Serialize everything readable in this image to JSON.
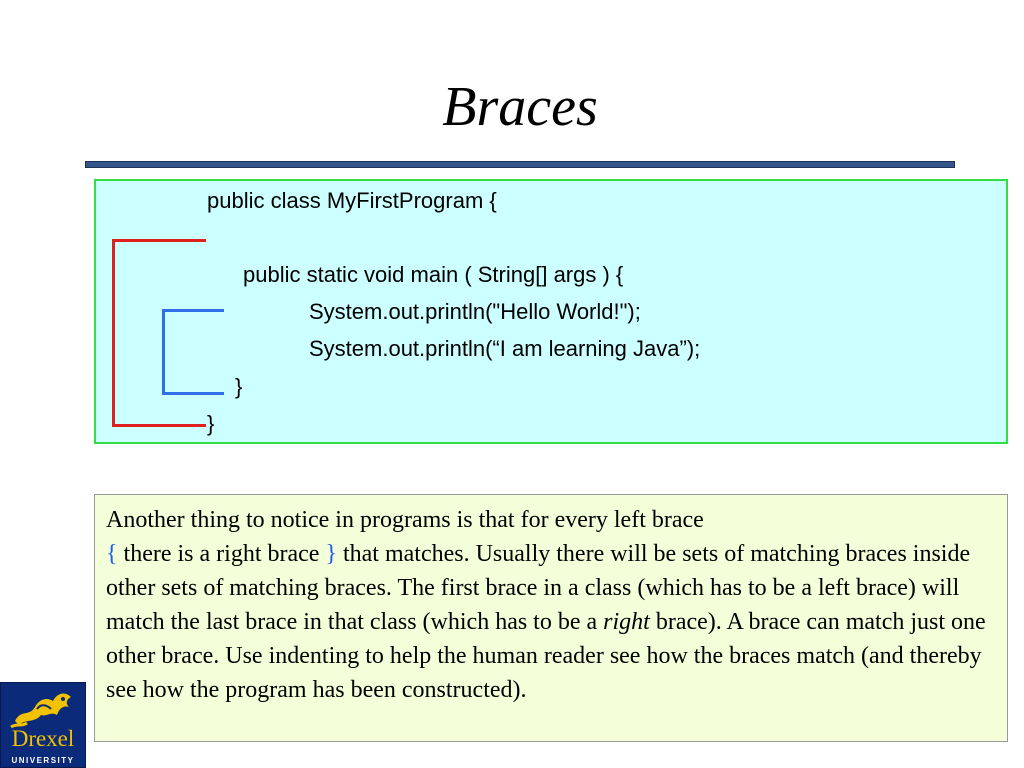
{
  "slide": {
    "title": "Braces"
  },
  "code": {
    "lines": [
      "public class MyFirstProgram {",
      "public static void main ( String[] args ) {",
      "System.out.println(\"Hello World!\");",
      "System.out.println(“I am learning Java”);",
      "}",
      "}"
    ],
    "colors": {
      "outer_bracket": "#e02020",
      "inner_bracket": "#2f6ee6",
      "background": "#ccffff",
      "border": "#33dd44"
    }
  },
  "explanation": {
    "part1": "Another thing to notice in programs is that for every left brace",
    "left_brace": "{",
    "part2": " there is a right brace ",
    "right_brace": "}",
    "part3": " that matches. Usually there will be sets of matching braces inside other sets of matching braces. The first brace in a class (which has to be a left brace) will match the last brace in that class (which has to be a ",
    "italic_word": "right",
    "part4": " brace). A brace can match just one other brace. Use indenting to help the human reader see how the braces match (and thereby see how the program has been constructed).",
    "colors": {
      "background": "#f2ffd9",
      "brace": "#1e5ce8"
    }
  },
  "logo": {
    "word": "Drexel",
    "sub": "UNIVERSITY",
    "icon": "dragon-icon",
    "colors": {
      "background": "#0b2a7a",
      "gold": "#f2c100"
    }
  },
  "theme": {
    "rule_color": "#34558c"
  }
}
